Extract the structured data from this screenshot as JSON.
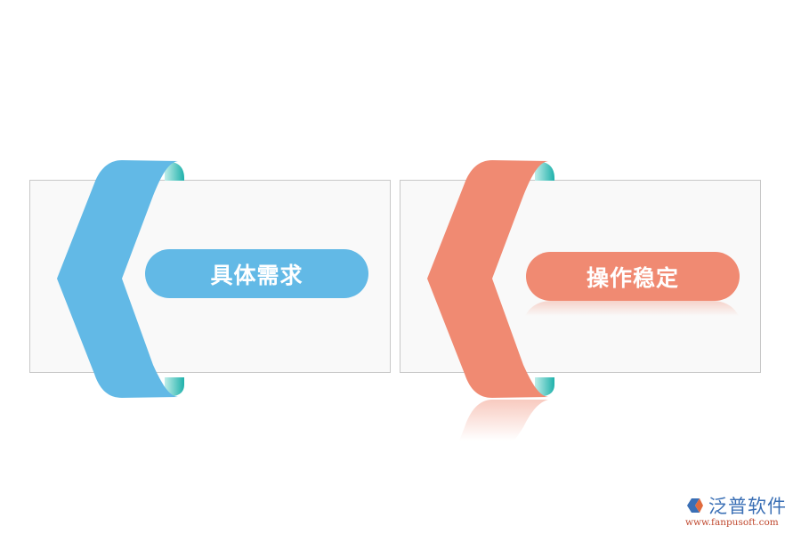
{
  "items": [
    {
      "label": "具体需求",
      "color": "#62b9e6",
      "curl_color": "#2bbcb4"
    },
    {
      "label": "操作稳定",
      "color": "#f08a72",
      "curl_color": "#2bbcb4"
    }
  ],
  "logo": {
    "name": "泛普软件",
    "url": "www.fanpusoft.com"
  }
}
